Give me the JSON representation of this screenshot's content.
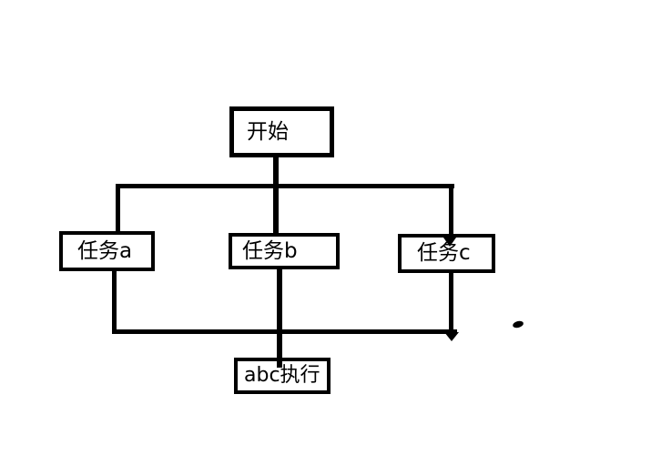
{
  "page": {
    "background_color": "#ffffff",
    "ink_color": "#000000"
  },
  "flowchart": {
    "type": "flowchart",
    "nodes": {
      "start": {
        "label": "开始"
      },
      "task_a": {
        "label": "任务a"
      },
      "task_b": {
        "label": "任务b"
      },
      "task_c": {
        "label": "任务c"
      },
      "exec": {
        "label": "abc执行"
      }
    },
    "edges": [
      {
        "from": "开始",
        "to": "任务a"
      },
      {
        "from": "开始",
        "to": "任务b"
      },
      {
        "from": "开始",
        "to": "任务c"
      },
      {
        "from": "任务a",
        "to": "abc执行"
      },
      {
        "from": "任务b",
        "to": "abc执行"
      },
      {
        "from": "任务c",
        "to": "abc执行"
      }
    ],
    "artifacts": [
      {
        "name": "ink-dot",
        "description": "small stray ink dot right of join line"
      }
    ]
  }
}
